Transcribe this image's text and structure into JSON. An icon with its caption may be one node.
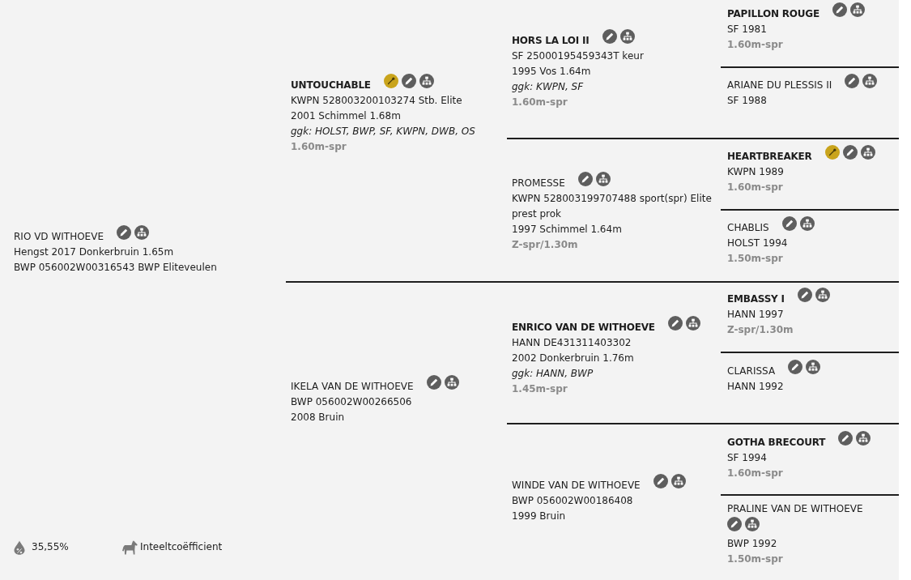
{
  "diagram": {
    "nodes": [
      {
        "text": [
          "RIO VD WITHOEVE",
          "Hengst 2017 Donkerbruin 1.65m",
          "BWP 056002W00316543 BWP Eliteveulen"
        ]
      },
      {
        "text": [
          "UNTOUCHABLE",
          "KWPN 528003200103274 Stb. Elite",
          "2001 Schimmel 1.68m",
          "ggk: HOLST, BWP, SF, KWPN, DWB, OS",
          "1.60m-spr"
        ]
      },
      {
        "text": [
          "IKELA VAN DE WITHOEVE",
          "BWP 056002W00266506",
          "2008 Bruin"
        ]
      },
      {
        "text": [
          "HORS LA LOI II",
          "SF 25000195459343T keur",
          "1995 Vos 1.64m",
          "ggk: KWPN, SF",
          "1.60m-spr"
        ]
      },
      {
        "text": [
          "PROMESSE",
          "KWPN 528003199707488 sport(spr) Elite prest prok",
          "1997 Schimmel 1.64m",
          "Z-spr/1.30m"
        ]
      },
      {
        "text": [
          "ENRICO VAN DE WITHOEVE",
          "HANN DE431311403302",
          "2002 Donkerbruin 1.76m",
          "ggk: HANN, BWP",
          "1.45m-spr"
        ]
      },
      {
        "text": [
          "WINDE VAN DE WITHOEVE",
          "BWP 056002W00186408",
          "1999 Bruin"
        ]
      },
      {
        "text": [
          "PAPILLON ROUGE",
          "SF 1981",
          "1.60m-spr"
        ]
      },
      {
        "text": [
          "ARIANE DU PLESSIS II",
          "SF 1988"
        ]
      },
      {
        "text": [
          "HEARTBREAKER",
          "KWPN 1989",
          "1.60m-spr"
        ]
      },
      {
        "text": [
          "CHABLIS",
          "HOLST 1994",
          "1.50m-spr"
        ]
      },
      {
        "text": [
          "EMBASSY I",
          "HANN 1997",
          "Z-spr/1.30m"
        ]
      },
      {
        "text": [
          "CLARISSA",
          "HANN 1992"
        ]
      },
      {
        "text": [
          "GOTHA BRECOURT",
          "SF 1994",
          "1.60m-spr"
        ]
      },
      {
        "text": [
          "PRALINE VAN DE WITHOEVE",
          "BWP 1992",
          "1.50m-spr"
        ]
      }
    ],
    "labels": [
      "35,55%",
      "Inteeltcoëfficient"
    ]
  }
}
